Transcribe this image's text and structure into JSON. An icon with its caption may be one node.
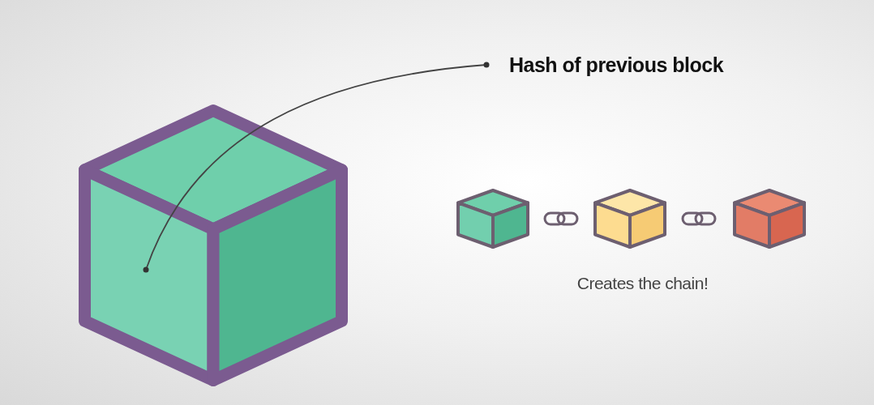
{
  "diagram": {
    "nodes": [
      {
        "text": [
          "Hash of previous block"
        ]
      },
      {
        "text": [],
        "shape": "cube"
      },
      {
        "text": [],
        "shape": "cube"
      },
      {
        "text": [],
        "shape": "cube"
      },
      {
        "text": [],
        "shape": "cube"
      }
    ],
    "edges": [
      {
        "from": 0,
        "to": 1,
        "arrow": "other"
      }
    ],
    "labels": [
      "Creates the chain!"
    ]
  }
}
